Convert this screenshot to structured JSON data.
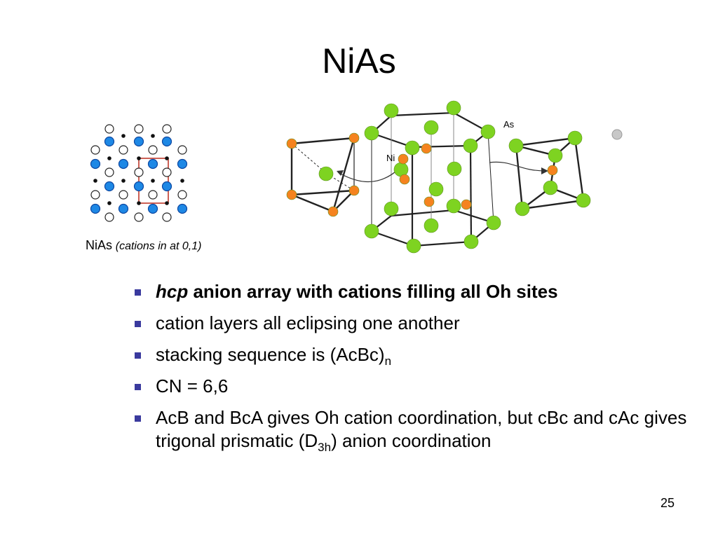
{
  "title": "NiAs",
  "figure_left": {
    "caption_main": "NiAs",
    "caption_sub": "(cations in at 0,1)"
  },
  "figure_right": {
    "label_as": "As",
    "label_ni": "Ni"
  },
  "colors": {
    "anion_green": "#7ed321",
    "cation_orange": "#f5831f",
    "lattice_blue": "#1e88e5",
    "unit_cell_red": "#c0392b",
    "bullet": "#3a3a9e"
  },
  "bullets": [
    {
      "emph": "hcp",
      "rest": " anion array with cations filling all Oh sites"
    },
    {
      "text": "cation layers all eclipsing one another"
    },
    {
      "text": "stacking sequence is (AcBc)",
      "sub": "n"
    },
    {
      "text": "CN = 6,6"
    },
    {
      "pre": "AcB and BcA gives Oh cation coordination, but cBc and cAc gives trigonal prismatic (D",
      "sub": "3h",
      "post": ") anion coordination"
    }
  ],
  "page_number": "25"
}
